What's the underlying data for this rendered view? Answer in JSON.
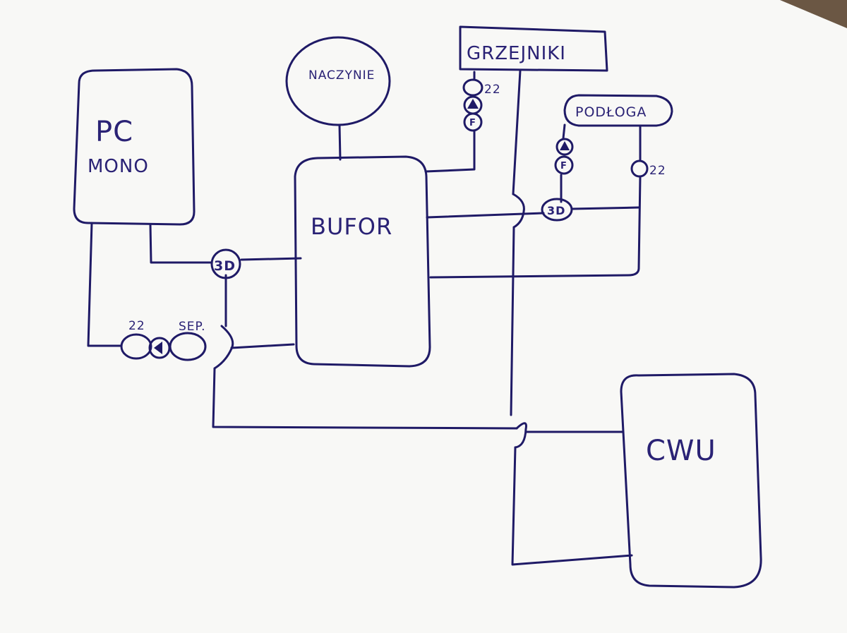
{
  "diagram": {
    "paper_color": "#f8f8f6",
    "ink_color": "#1f1a66",
    "nodes": {
      "pc": {
        "line1": "PC",
        "line2": "MONO"
      },
      "bufor": {
        "label": "BUFOR"
      },
      "naczynie": {
        "label": "NACZYNIE"
      },
      "grzejniki": {
        "label": "GRZEJNIKI"
      },
      "podloga": {
        "label": "PODŁOGA"
      },
      "cwu": {
        "label": "CWU"
      }
    },
    "fittings": {
      "valve_3d_left": "3D",
      "valve_3d_right": "3D",
      "grzejniki_22": "22",
      "grzejniki_filter": "F",
      "podloga_22": "22",
      "podloga_filter": "F",
      "pc_22": "22",
      "separator": "SEP."
    }
  }
}
